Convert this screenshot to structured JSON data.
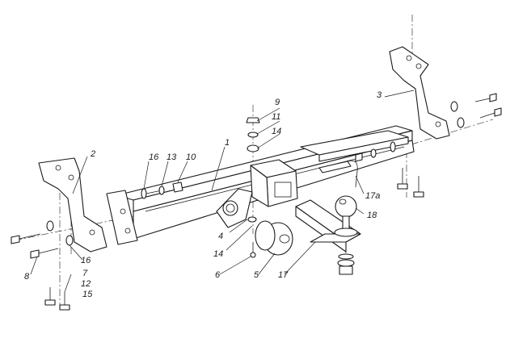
{
  "labels": {
    "l1": "1",
    "l2": "2",
    "l3": "3",
    "l4": "4",
    "l5": "5",
    "l6": "6",
    "l7": "7",
    "l8": "8",
    "l9": "9",
    "l10": "10",
    "l11": "11",
    "l12": "12",
    "l13": "13",
    "l14a": "14",
    "l14b": "14",
    "l15": "15",
    "l16a": "16",
    "l16b": "16",
    "l17": "17",
    "l17a": "17а",
    "l18": "18"
  },
  "colors": {
    "ink": "#1a1a1a",
    "paper": "#ffffff"
  }
}
